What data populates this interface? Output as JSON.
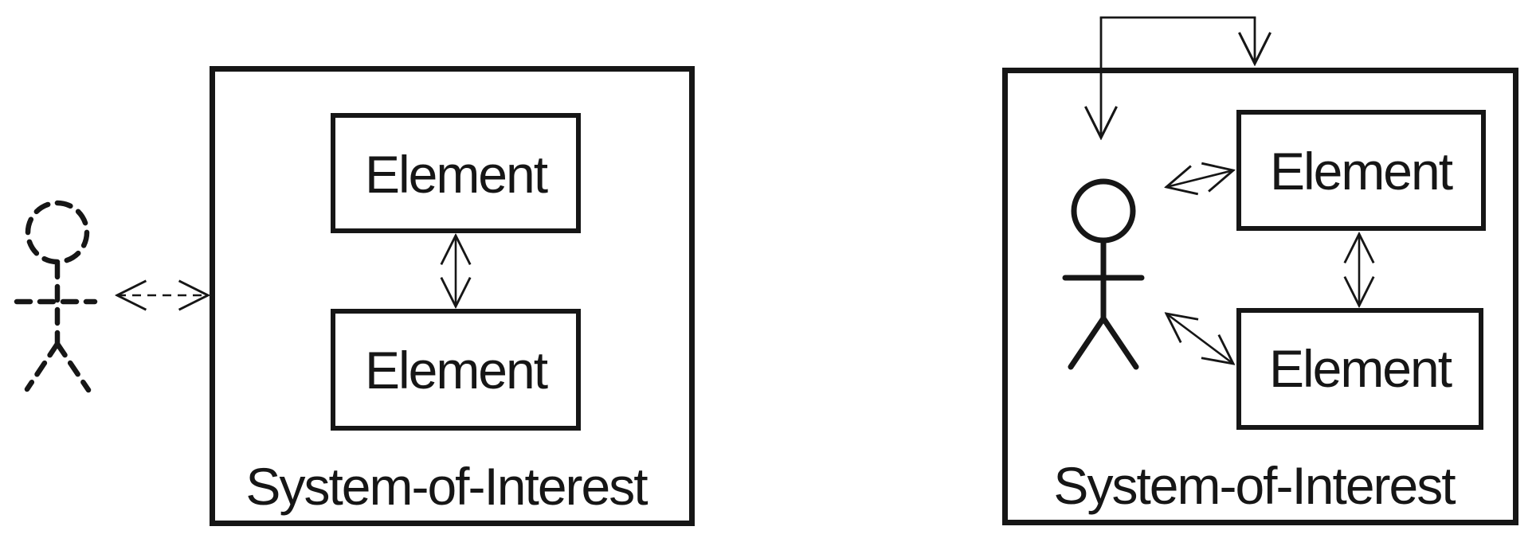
{
  "colors": {
    "ink": "#161616",
    "background": "#ffffff"
  },
  "left_diagram": {
    "title": "System-of-Interest",
    "elements": [
      "Element",
      "Element"
    ],
    "actor_icon": "stick-figure-dashed-icon",
    "actor_position": "outside-system-boundary",
    "connections": [
      "actor-to-system dashed bidirectional arrow",
      "element-to-element vertical bidirectional arrow"
    ]
  },
  "right_diagram": {
    "title": "System-of-Interest",
    "elements": [
      "Element",
      "Element"
    ],
    "actor_icon": "stick-figure-solid-icon",
    "actor_position": "inside-system-boundary",
    "connections": [
      "top external loop with two downward arrows (one onto actor, one onto system boundary)",
      "actor-to-top-element diagonal bidirectional arrow",
      "actor-to-bottom-element diagonal bidirectional arrow",
      "element-to-element vertical bidirectional arrow"
    ]
  }
}
